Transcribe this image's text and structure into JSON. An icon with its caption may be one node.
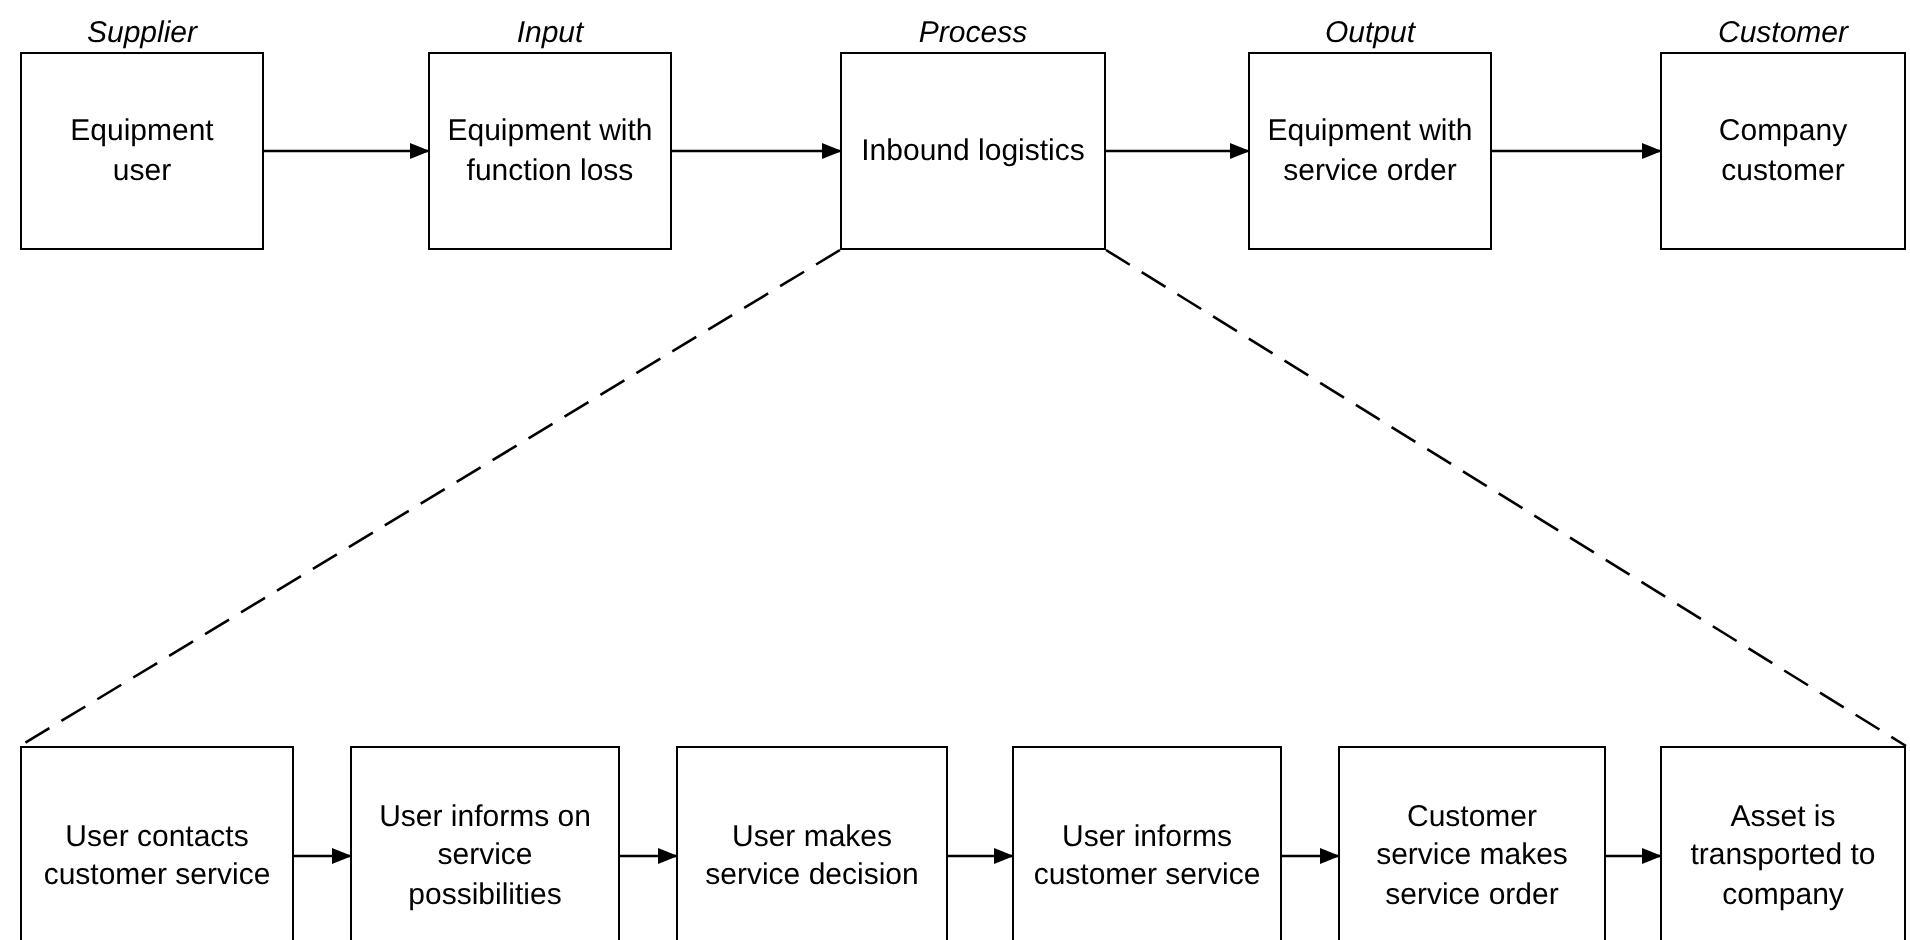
{
  "diagram": {
    "nodes": [
      {
        "text": [
          "Supplier",
          "Equipment user"
        ]
      },
      {
        "text": [
          "Input",
          "Equipment with function loss"
        ]
      },
      {
        "text": [
          "Process",
          "Inbound logistics"
        ]
      },
      {
        "text": [
          "Output",
          "Equipment with service order"
        ]
      },
      {
        "text": [
          "Customer",
          "Company customer"
        ]
      },
      {
        "text": [
          "User contacts customer service"
        ]
      },
      {
        "text": [
          "User informs on service possibilities"
        ]
      },
      {
        "text": [
          "User makes service decision"
        ]
      },
      {
        "text": [
          "User informs customer service"
        ]
      },
      {
        "text": [
          "Customer service makes service order"
        ]
      },
      {
        "text": [
          "Asset is transported to company"
        ]
      }
    ],
    "edges": [
      {
        "from": 0,
        "to": 1,
        "arrow": "to"
      },
      {
        "from": 1,
        "to": 2,
        "arrow": "to"
      },
      {
        "from": 2,
        "to": 3,
        "arrow": "to"
      },
      {
        "from": 3,
        "to": 4,
        "arrow": "to"
      },
      {
        "from": 2,
        "to": 5,
        "arrow": "none",
        "style": "dashed"
      },
      {
        "from": 2,
        "to": 10,
        "arrow": "none",
        "style": "dashed"
      },
      {
        "from": 5,
        "to": 6,
        "arrow": "to"
      },
      {
        "from": 6,
        "to": 7,
        "arrow": "to"
      },
      {
        "from": 7,
        "to": 8,
        "arrow": "to"
      },
      {
        "from": 8,
        "to": 9,
        "arrow": "to"
      },
      {
        "from": 9,
        "to": 10,
        "arrow": "to"
      }
    ]
  }
}
